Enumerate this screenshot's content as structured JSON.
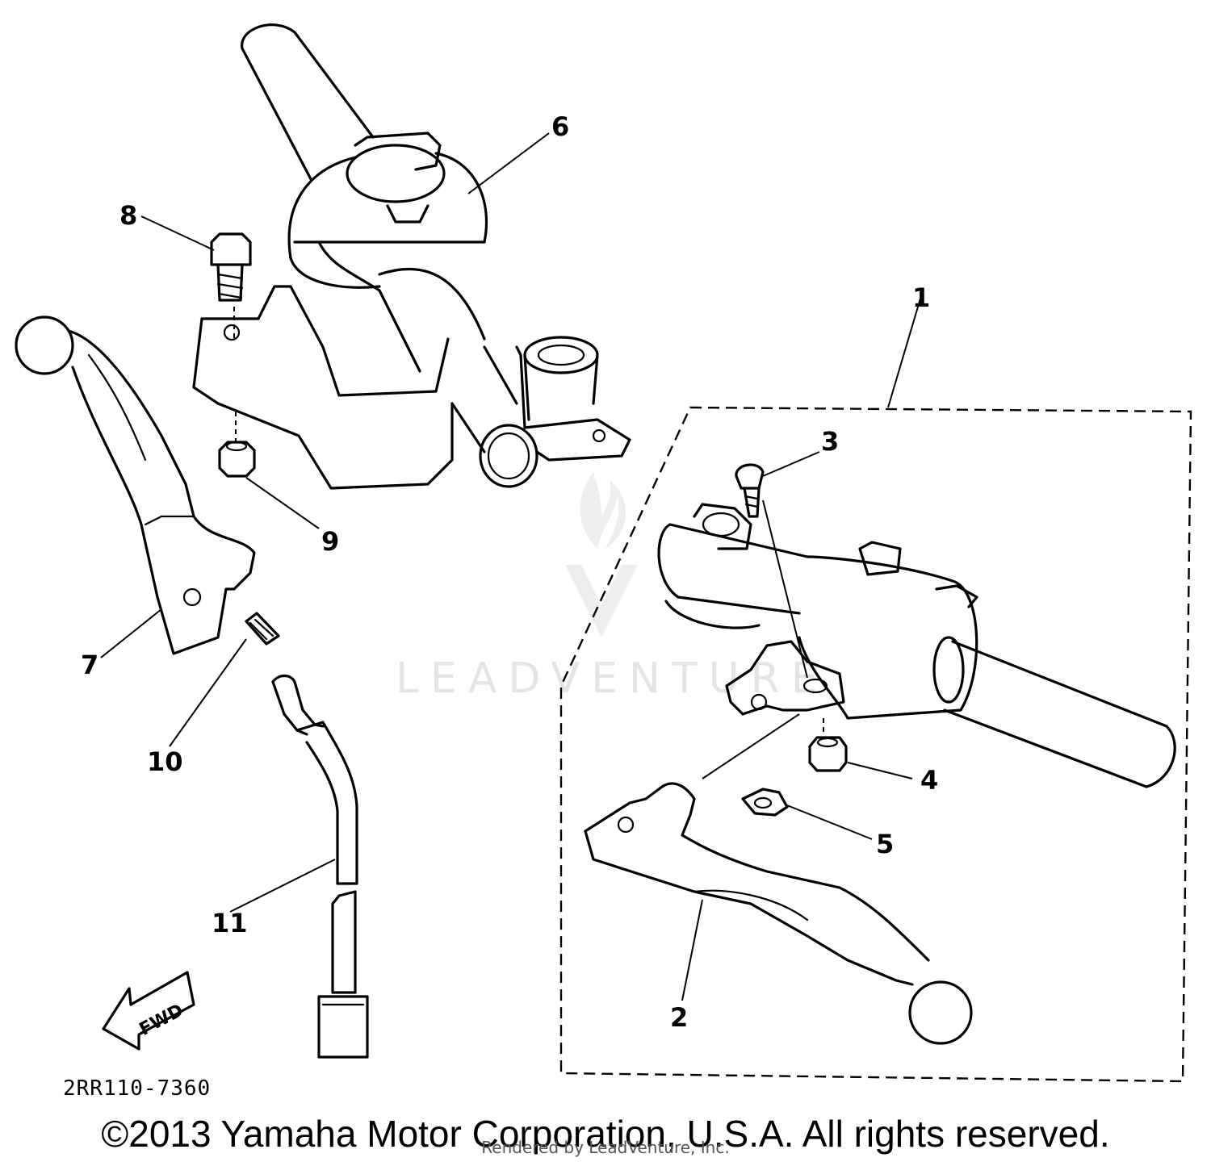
{
  "diagram": {
    "part_labels": {
      "p1": "1",
      "p2": "2",
      "p3": "3",
      "p4": "4",
      "p5": "5",
      "p6": "6",
      "p7": "7",
      "p8": "8",
      "p9": "9",
      "p10": "10",
      "p11": "11"
    },
    "fwd_label": "FWD",
    "drawing_code": "2RR110-7360",
    "watermark": "LEADVENTURE"
  },
  "footer": {
    "copyright": "©2013 Yamaha Motor Corporation, U.S.A. All rights reserved.",
    "rendered_by": "Rendered by LeadVenture, Inc."
  }
}
